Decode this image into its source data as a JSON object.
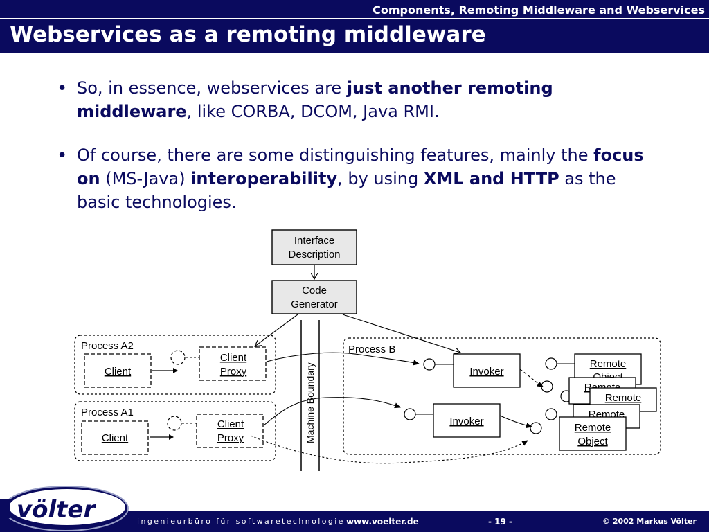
{
  "header": {
    "section_title": "Components, Remoting Middleware and Webservices",
    "slide_title": "Webservices as a remoting middleware"
  },
  "bullets": [
    {
      "marker": "•",
      "p1": "So, in essence, webservices are ",
      "b1": "just another remoting middleware",
      "p2": ", like CORBA, DCOM, Java RMI."
    },
    {
      "marker": "•",
      "p1": "Of course, there are some distinguishing features, mainly the ",
      "b1": "focus on",
      "p2": " (MS-Java) ",
      "b2": "interoperability",
      "p3": ", by using ",
      "b3": "XML and HTTP",
      "p4": " as the basic technologies."
    }
  ],
  "diagram": {
    "interface_description": [
      "Interface",
      "Description"
    ],
    "code_generator": [
      "Code",
      "Generator"
    ],
    "process_a2": "Process A2",
    "process_a1": "Process A1",
    "process_b": "Process B",
    "client": "Client",
    "client_proxy": [
      "Client",
      "Proxy"
    ],
    "invoker": "Invoker",
    "machine_boundary": "Machine Boundary",
    "remote_object": [
      "Remote",
      "Object"
    ],
    "remote": "Remote"
  },
  "footer": {
    "logo_text": "völter",
    "company": "ingenieurbüro für softwaretechnologie -",
    "url": "www.voelter.de",
    "page": "- 19 -",
    "copyright": "© 2002 Markus Völter"
  },
  "colors": {
    "bar": "#0a0a5e",
    "text": "#0a0a5e",
    "box_fill": "#e8e8e8"
  }
}
